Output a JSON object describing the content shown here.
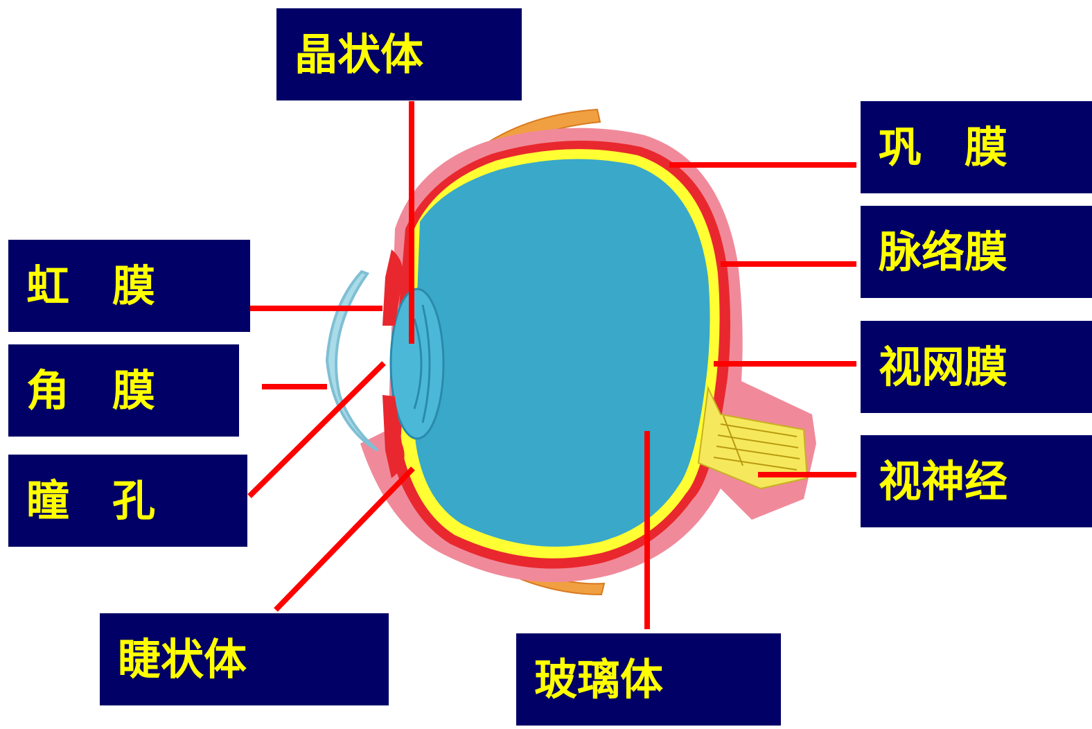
{
  "labels": {
    "lens": "晶状体",
    "sclera": "巩　膜",
    "choroid": "脉络膜",
    "retina": "视网膜",
    "optic_nerve": "视神经",
    "iris": "虹　膜",
    "cornea": "角　膜",
    "pupil": "瞳　孔",
    "ciliary_body": "睫状体",
    "vitreous_body": "玻璃体"
  },
  "colors": {
    "label_bg": "#000066",
    "label_text": "#ffff00",
    "leader_line": "#ff0000",
    "vitreous": "#3aa8c8",
    "sclera": "#f08a9a",
    "choroid": "#e8282e",
    "retina": "#ffff33",
    "cornea": "#a9dbe8",
    "muscle": "#f0a040"
  }
}
